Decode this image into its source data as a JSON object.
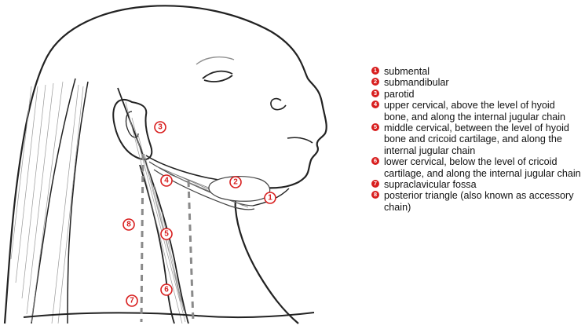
{
  "illustration": {
    "markers": [
      "1",
      "2",
      "3",
      "4",
      "5",
      "6",
      "7",
      "8"
    ]
  },
  "legend": {
    "items": [
      {
        "number": "1",
        "text": "submental"
      },
      {
        "number": "2",
        "text": "submandibular"
      },
      {
        "number": "3",
        "text": "parotid"
      },
      {
        "number": "4",
        "text": "upper cervical, above the level of hyoid bone, and along the internal jugular chain"
      },
      {
        "number": "5",
        "text": "middle cervical, between the level of hyoid bone and cricoid cartilage, and along the internal jugular chain"
      },
      {
        "number": "6",
        "text": "lower cervical, below the level of cricoid cartilage, and along the internal jugular chain"
      },
      {
        "number": "7",
        "text": "supraclavicular fossa"
      },
      {
        "number": "8",
        "text": "posterior triangle (also known as accessory chain)"
      }
    ]
  },
  "colors": {
    "marker": "#d81e1e",
    "outline": "#222222",
    "dashed_line": "#8a8a8a"
  }
}
